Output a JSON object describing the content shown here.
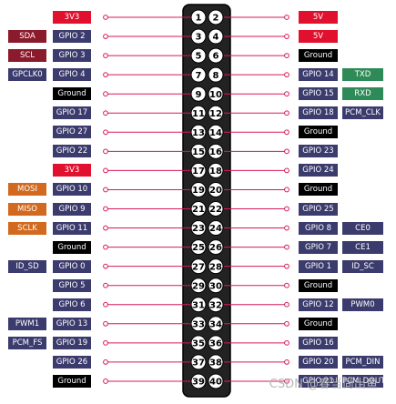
{
  "colors": {
    "gpio": "#3b3b6d",
    "ground": "#000000",
    "power3v3": "#e0102e",
    "power5v": "#e0102e",
    "i2c": "#8b1a2c",
    "spi": "#d2691e",
    "uart": "#2e8b57",
    "alt": "#3b3b6d",
    "connector": "#222222",
    "line": "#d7195a"
  },
  "watermark": "CSDN @春当尚出鱼",
  "left_pins": [
    {
      "num": "1",
      "name": "3V3",
      "kind": "power3v3",
      "alt": "",
      "alt_kind": ""
    },
    {
      "num": "3",
      "name": "GPIO 2",
      "kind": "gpio",
      "alt": "SDA",
      "alt_kind": "i2c"
    },
    {
      "num": "5",
      "name": "GPIO 3",
      "kind": "gpio",
      "alt": "SCL",
      "alt_kind": "i2c"
    },
    {
      "num": "7",
      "name": "GPIO 4",
      "kind": "gpio",
      "alt": "GPCLK0",
      "alt_kind": "alt"
    },
    {
      "num": "9",
      "name": "Ground",
      "kind": "ground",
      "alt": "",
      "alt_kind": ""
    },
    {
      "num": "11",
      "name": "GPIO 17",
      "kind": "gpio",
      "alt": "",
      "alt_kind": ""
    },
    {
      "num": "13",
      "name": "GPIO 27",
      "kind": "gpio",
      "alt": "",
      "alt_kind": ""
    },
    {
      "num": "15",
      "name": "GPIO 22",
      "kind": "gpio",
      "alt": "",
      "alt_kind": ""
    },
    {
      "num": "17",
      "name": "3V3",
      "kind": "power3v3",
      "alt": "",
      "alt_kind": ""
    },
    {
      "num": "19",
      "name": "GPIO 10",
      "kind": "gpio",
      "alt": "MOSI",
      "alt_kind": "spi"
    },
    {
      "num": "21",
      "name": "GPIO 9",
      "kind": "gpio",
      "alt": "MISO",
      "alt_kind": "spi"
    },
    {
      "num": "23",
      "name": "GPIO 11",
      "kind": "gpio",
      "alt": "SCLK",
      "alt_kind": "spi"
    },
    {
      "num": "25",
      "name": "Ground",
      "kind": "ground",
      "alt": "",
      "alt_kind": ""
    },
    {
      "num": "27",
      "name": "GPIO 0",
      "kind": "gpio",
      "alt": "ID_SD",
      "alt_kind": "alt"
    },
    {
      "num": "29",
      "name": "GPIO 5",
      "kind": "gpio",
      "alt": "",
      "alt_kind": ""
    },
    {
      "num": "31",
      "name": "GPIO 6",
      "kind": "gpio",
      "alt": "",
      "alt_kind": ""
    },
    {
      "num": "33",
      "name": "GPIO 13",
      "kind": "gpio",
      "alt": "PWM1",
      "alt_kind": "alt"
    },
    {
      "num": "35",
      "name": "GPIO 19",
      "kind": "gpio",
      "alt": "PCM_FS",
      "alt_kind": "alt"
    },
    {
      "num": "37",
      "name": "GPIO 26",
      "kind": "gpio",
      "alt": "",
      "alt_kind": ""
    },
    {
      "num": "39",
      "name": "Ground",
      "kind": "ground",
      "alt": "",
      "alt_kind": ""
    }
  ],
  "right_pins": [
    {
      "num": "2",
      "name": "5V",
      "kind": "power5v",
      "alt": "",
      "alt_kind": ""
    },
    {
      "num": "4",
      "name": "5V",
      "kind": "power5v",
      "alt": "",
      "alt_kind": ""
    },
    {
      "num": "6",
      "name": "Ground",
      "kind": "ground",
      "alt": "",
      "alt_kind": ""
    },
    {
      "num": "8",
      "name": "GPIO 14",
      "kind": "gpio",
      "alt": "TXD",
      "alt_kind": "uart"
    },
    {
      "num": "10",
      "name": "GPIO 15",
      "kind": "gpio",
      "alt": "RXD",
      "alt_kind": "uart"
    },
    {
      "num": "12",
      "name": "GPIO 18",
      "kind": "gpio",
      "alt": "PCM_CLK",
      "alt_kind": "alt"
    },
    {
      "num": "14",
      "name": "Ground",
      "kind": "ground",
      "alt": "",
      "alt_kind": ""
    },
    {
      "num": "16",
      "name": "GPIO 23",
      "kind": "gpio",
      "alt": "",
      "alt_kind": ""
    },
    {
      "num": "18",
      "name": "GPIO 24",
      "kind": "gpio",
      "alt": "",
      "alt_kind": ""
    },
    {
      "num": "20",
      "name": "Ground",
      "kind": "ground",
      "alt": "",
      "alt_kind": ""
    },
    {
      "num": "22",
      "name": "GPIO 25",
      "kind": "gpio",
      "alt": "",
      "alt_kind": ""
    },
    {
      "num": "24",
      "name": "GPIO 8",
      "kind": "gpio",
      "alt": "CE0",
      "alt_kind": "alt"
    },
    {
      "num": "26",
      "name": "GPIO 7",
      "kind": "gpio",
      "alt": "CE1",
      "alt_kind": "alt"
    },
    {
      "num": "28",
      "name": "GPIO 1",
      "kind": "gpio",
      "alt": "ID_SC",
      "alt_kind": "alt"
    },
    {
      "num": "30",
      "name": "Ground",
      "kind": "ground",
      "alt": "",
      "alt_kind": ""
    },
    {
      "num": "32",
      "name": "GPIO 12",
      "kind": "gpio",
      "alt": "PWM0",
      "alt_kind": "alt"
    },
    {
      "num": "34",
      "name": "Ground",
      "kind": "ground",
      "alt": "",
      "alt_kind": ""
    },
    {
      "num": "36",
      "name": "GPIO 16",
      "kind": "gpio",
      "alt": "",
      "alt_kind": ""
    },
    {
      "num": "38",
      "name": "GPIO 20",
      "kind": "gpio",
      "alt": "PCM_DIN",
      "alt_kind": "alt"
    },
    {
      "num": "40",
      "name": "GPIO 21",
      "kind": "gpio",
      "alt": "PCM_DOUT",
      "alt_kind": "alt"
    }
  ]
}
